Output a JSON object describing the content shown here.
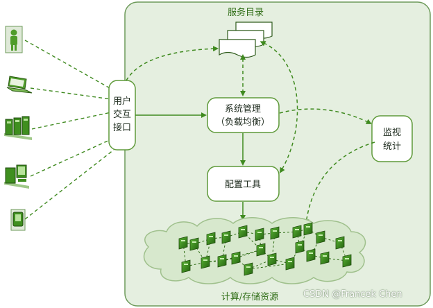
{
  "labels": {
    "catalog": "服务目录",
    "ui_interface": [
      "用户",
      "交互",
      "接口"
    ],
    "system_mgmt": [
      "系统管理",
      "（负载均衡）"
    ],
    "config_tool": "配置工具",
    "monitor": [
      "监视",
      "统计"
    ],
    "resources": "计算/存储资源"
  },
  "watermark": "CSDN @Francek Chen",
  "client_icons": [
    "workstation-icon",
    "laptop-icon",
    "server-rack-icon",
    "desktop-pc-icon",
    "pda-icon"
  ],
  "colors": {
    "panel_fill": "#e5efe0",
    "panel_stroke": "#6d9a5a",
    "node_stroke": "#5f9a3a",
    "arrow": "#3f8a1f",
    "cloud_fill": "#d7e8cd",
    "server_green": "#3b8f1f"
  }
}
